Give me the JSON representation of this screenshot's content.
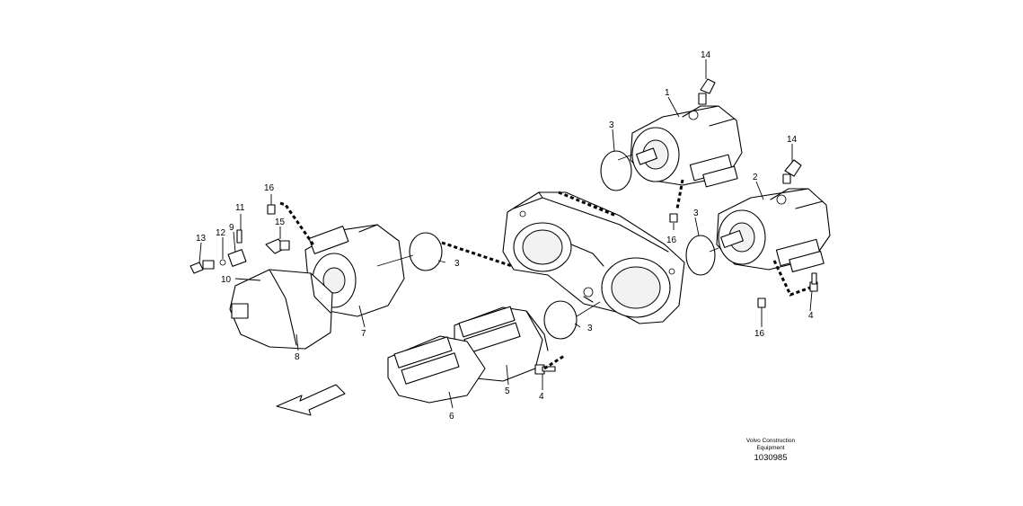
{
  "diagram": {
    "callouts": {
      "c1": "1",
      "c14a": "14",
      "c3a": "3",
      "c14b": "14",
      "c2": "2",
      "c3b": "3",
      "c16a": "16",
      "c16b": "16",
      "c11": "11",
      "c15": "15",
      "c9": "9",
      "c12": "12",
      "c13": "13",
      "c10": "10",
      "c3c": "3",
      "c7": "7",
      "c8": "8",
      "c3d": "3",
      "c5": "5",
      "c4a": "4",
      "c6": "6",
      "c4b": "4",
      "c16c": "16"
    },
    "caption": {
      "line1": "Volvo Construction",
      "line2": "Equipment",
      "number": "1030985"
    }
  }
}
